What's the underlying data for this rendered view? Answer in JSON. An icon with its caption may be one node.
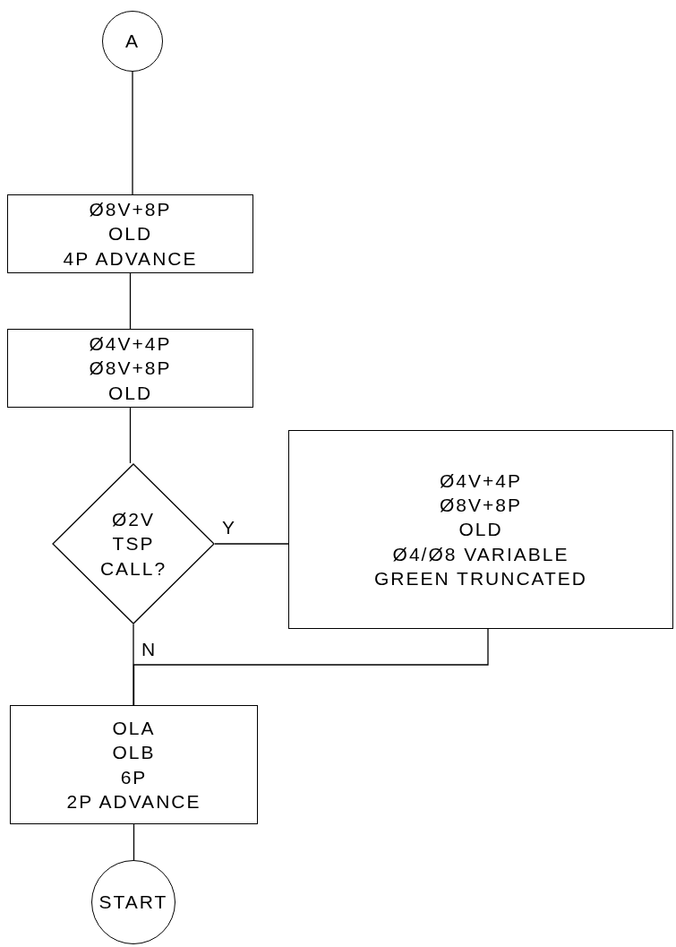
{
  "diagram": {
    "nodes": [
      {
        "text": [
          "A"
        ]
      },
      {
        "text": [
          "Ø8V+8P",
          "OLD",
          "4P ADVANCE"
        ]
      },
      {
        "text": [
          "Ø4V+4P",
          "Ø8V+8P",
          "OLD"
        ]
      },
      {
        "text": [
          "Ø2V",
          "TSP",
          "CALL?"
        ]
      },
      {
        "text": [
          "Ø4V+4P",
          "Ø8V+8P",
          "OLD",
          "Ø4/Ø8 VARIABLE",
          "GREEN TRUNCATED"
        ]
      },
      {
        "text": [
          "OLA",
          "OLB",
          "6P",
          "2P ADVANCE"
        ]
      },
      {
        "text": [
          "START"
        ]
      }
    ],
    "edges": [
      {
        "from": 0,
        "to": 1,
        "arrow": "none"
      },
      {
        "from": 1,
        "to": 2,
        "arrow": "none"
      },
      {
        "from": 2,
        "to": 3,
        "arrow": "none"
      },
      {
        "from": 3,
        "to": 4,
        "arrow": "none",
        "label": "Y"
      },
      {
        "from": 3,
        "to": 5,
        "arrow": "none",
        "label": "N"
      },
      {
        "from": 4,
        "to": 5,
        "arrow": "none"
      },
      {
        "from": 5,
        "to": 6,
        "arrow": "none"
      }
    ]
  }
}
